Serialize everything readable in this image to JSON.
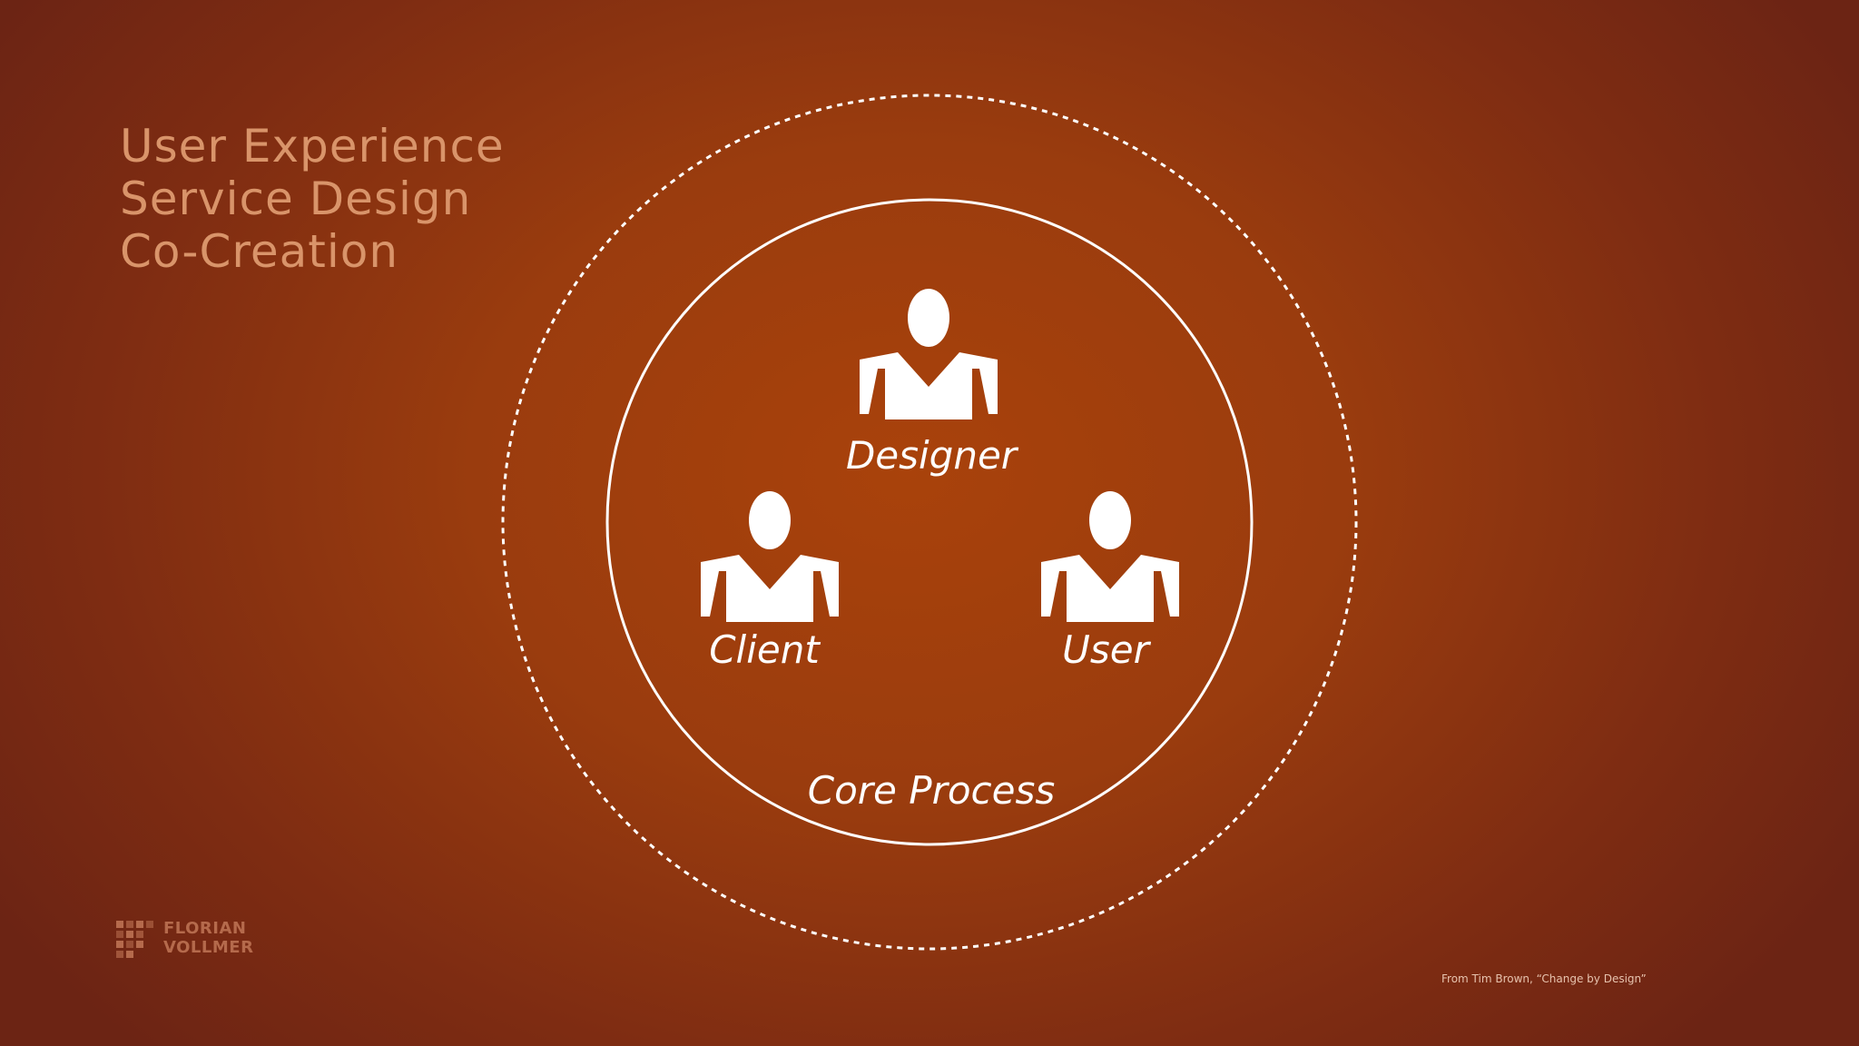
{
  "topics": [
    "User Experience",
    "Service Design",
    "Co-Creation"
  ],
  "diagram": {
    "roles": [
      {
        "id": "designer",
        "label": "Designer",
        "icon": "person-icon"
      },
      {
        "id": "client",
        "label": "Client",
        "icon": "person-icon"
      },
      {
        "id": "user",
        "label": "User",
        "icon": "person-icon"
      }
    ],
    "inner_circle_label": "Core Process",
    "colors": {
      "background": "#9a3c0e",
      "foreground": "#ffffff",
      "topic_text": "#d9946a"
    }
  },
  "logo": {
    "icon": "florian-vollmer-logo-mark",
    "line1": "FLORIAN",
    "line2": "VOLLMER"
  },
  "credit": "From Tim Brown, “Change by Design”"
}
